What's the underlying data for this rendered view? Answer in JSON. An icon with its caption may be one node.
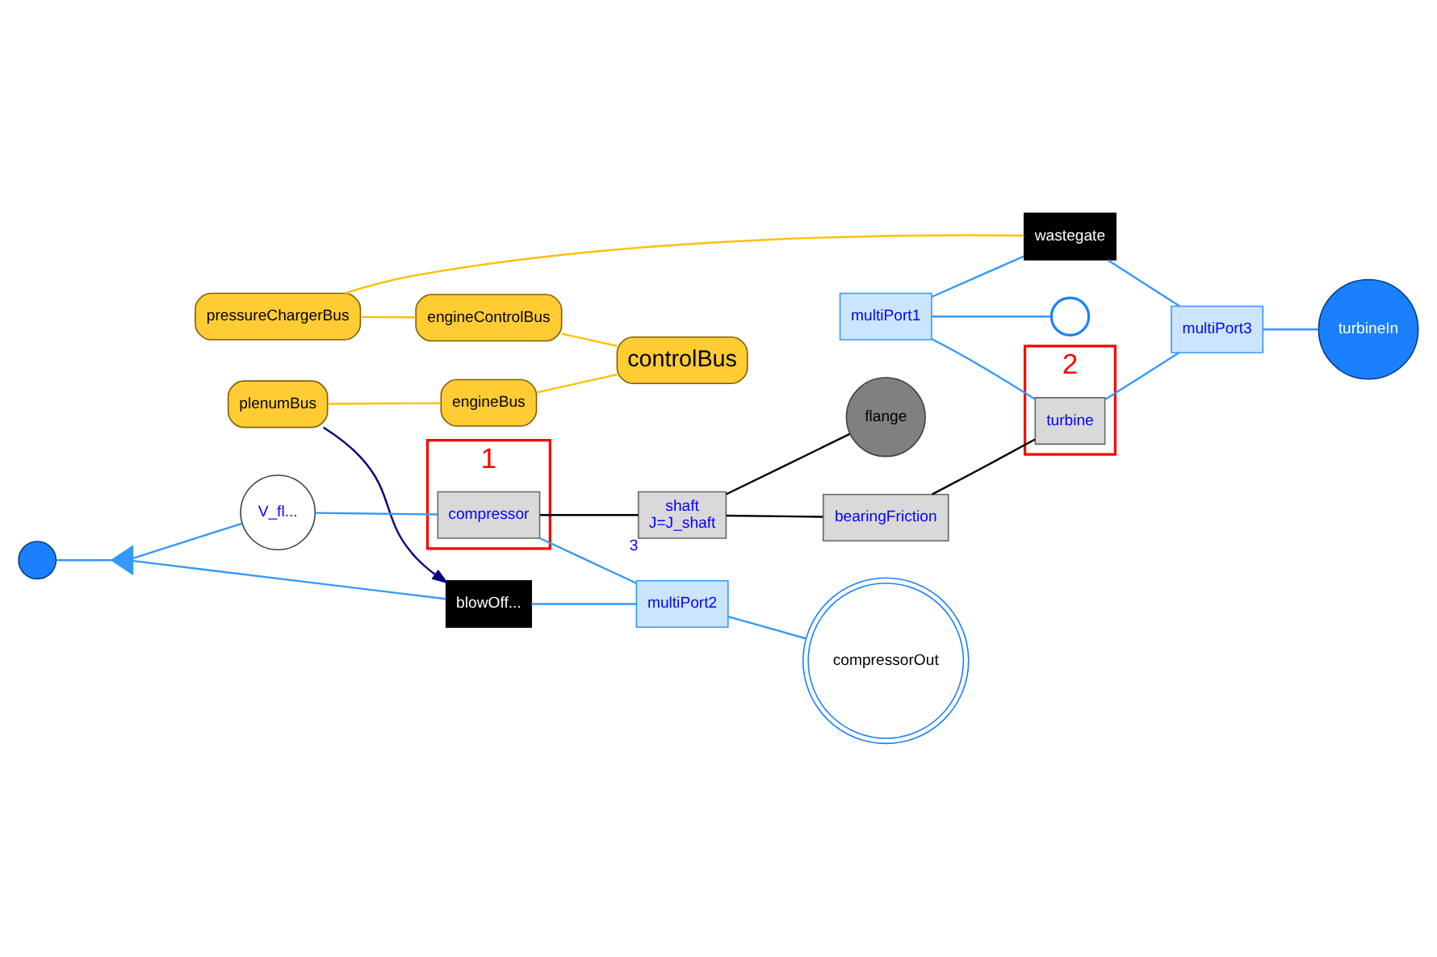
{
  "diagram": {
    "nodes": [
      {
        "text": [
          "flange"
        ]
      },
      {
        "text": [],
        "shape": "circle"
      },
      {
        "text": [],
        "shape": "triangle"
      },
      {
        "text": [
          "plenumBus"
        ]
      },
      {
        "text": [
          "V_fl..."
        ]
      },
      {
        "text": [
          "blowOff..."
        ]
      },
      {
        "text": [
          "1"
        ]
      },
      {
        "text": [
          "compressor"
        ],
        "in": 6
      },
      {
        "text": [
          "shaft",
          "J=J_shaft"
        ],
        "beside": [
          "3"
        ]
      },
      {
        "text": [
          "bearingFriction"
        ]
      },
      {
        "text": [
          "2"
        ]
      },
      {
        "text": [
          "turbine"
        ],
        "in": 10
      },
      {
        "text": [
          "multiPort1"
        ]
      },
      {
        "text": [],
        "shape": "circle"
      },
      {
        "text": [
          "engineBus"
        ]
      },
      {
        "text": [
          "multiPort2"
        ]
      },
      {
        "text": [
          "compressorOut"
        ]
      },
      {
        "text": [
          "pressureChargerBus"
        ]
      },
      {
        "text": [
          "wastegate"
        ]
      },
      {
        "text": [
          "multiPort3"
        ]
      },
      {
        "text": [
          "turbineIn"
        ]
      },
      {
        "text": [
          "engineControlBus"
        ]
      },
      {
        "text": [
          "controlBus"
        ]
      }
    ],
    "edges": [
      {
        "from": 1,
        "to": 2,
        "arrow": "none"
      },
      {
        "from": 2,
        "to": 4,
        "arrow": "none"
      },
      {
        "from": 2,
        "to": 5,
        "arrow": "none"
      },
      {
        "from": 3,
        "to": 5,
        "arrow": "to",
        "color": "#000080"
      },
      {
        "from": 4,
        "to": 7,
        "arrow": "none"
      },
      {
        "from": 5,
        "to": 15,
        "arrow": "none"
      },
      {
        "from": 7,
        "to": 15,
        "arrow": "none"
      },
      {
        "from": 7,
        "to": 8,
        "arrow": "none",
        "color": "#000000"
      },
      {
        "from": 8,
        "to": 0,
        "arrow": "none",
        "color": "#000000"
      },
      {
        "from": 8,
        "to": 9,
        "arrow": "none",
        "color": "#000000"
      },
      {
        "from": 9,
        "to": 11,
        "arrow": "none",
        "color": "#000000"
      },
      {
        "from": 12,
        "to": 13,
        "arrow": "none"
      },
      {
        "from": 12,
        "to": 11,
        "arrow": "none"
      },
      {
        "from": 12,
        "to": 18,
        "arrow": "none"
      },
      {
        "from": 11,
        "to": 19,
        "arrow": "none"
      },
      {
        "from": 18,
        "to": 19,
        "arrow": "none"
      },
      {
        "from": 19,
        "to": 20,
        "arrow": "none"
      },
      {
        "from": 15,
        "to": 16,
        "arrow": "none"
      },
      {
        "from": 3,
        "to": 14,
        "arrow": "none",
        "color": "#ffc000"
      },
      {
        "from": 14,
        "to": 22,
        "arrow": "none",
        "color": "#ffc000"
      },
      {
        "from": 17,
        "to": 18,
        "arrow": "none",
        "color": "#ffc000"
      },
      {
        "from": 17,
        "to": 21,
        "arrow": "none",
        "color": "#ffc000"
      },
      {
        "from": 21,
        "to": 22,
        "arrow": "none",
        "color": "#ffc000"
      }
    ]
  }
}
